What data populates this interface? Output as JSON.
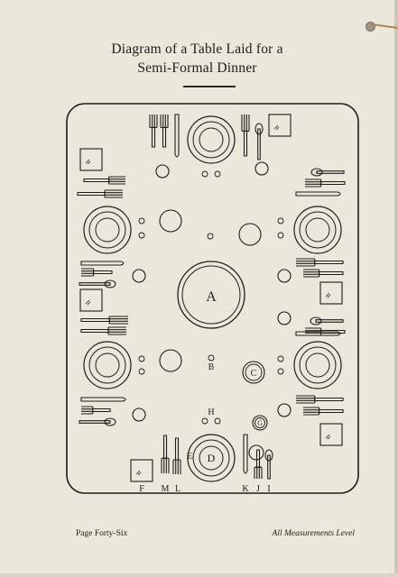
{
  "title": {
    "line1": "Diagram of a Table Laid for a",
    "line2": "Semi-Formal Dinner"
  },
  "labels": {
    "A": "A",
    "B": "B",
    "C": "C",
    "D": "D",
    "E": "E",
    "F": "F",
    "G": "G",
    "H": "H",
    "I": "I",
    "J": "J",
    "K": "K",
    "L": "L",
    "M": "M"
  },
  "footer": {
    "left": "Page Forty-Six",
    "right": "All Measurements Level"
  },
  "colors": {
    "paper": "#ece7db",
    "ink": "#1e1c1a"
  }
}
